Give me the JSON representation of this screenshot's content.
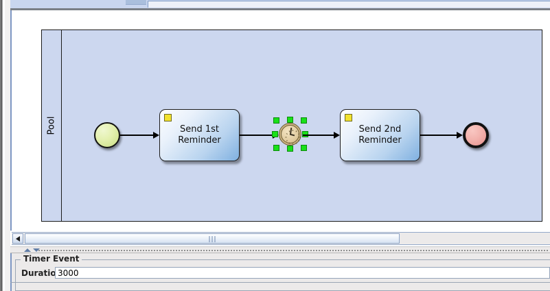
{
  "window": {
    "editor_name": "bpmn-diagram-editor"
  },
  "canvas": {
    "pool": {
      "label": "Pool"
    },
    "nodes": [
      {
        "id": "start",
        "type": "start-event",
        "label": ""
      },
      {
        "id": "task1",
        "type": "task",
        "label": "Send 1st\nReminder",
        "icon": "send-task-icon"
      },
      {
        "id": "timer",
        "type": "intermediate-timer-event",
        "label": "",
        "selected": true
      },
      {
        "id": "task2",
        "type": "task",
        "label": "Send 2nd\nReminder",
        "icon": "send-task-icon"
      },
      {
        "id": "end",
        "type": "end-event",
        "label": ""
      }
    ]
  },
  "scrollbar": {
    "left_arrow_icon": "triangle-left-icon",
    "grip_icon": "grip-lines-icon"
  },
  "divider": {
    "collapse_up_icon": "triangle-up-icon",
    "collapse_down_icon": "triangle-down-icon"
  },
  "properties": {
    "group_title": "Timer Event",
    "fields": [
      {
        "label": "Duration",
        "value": "3000",
        "placeholder": ""
      }
    ]
  },
  "colors": {
    "pool_fill": "#ccd7ef",
    "task_accent": "#7fb0e0",
    "start_event_fill": "#e3f0ae",
    "end_event_fill": "#f2b2ad",
    "selection_handle": "#19e019",
    "task_icon": "#f2e22e"
  }
}
